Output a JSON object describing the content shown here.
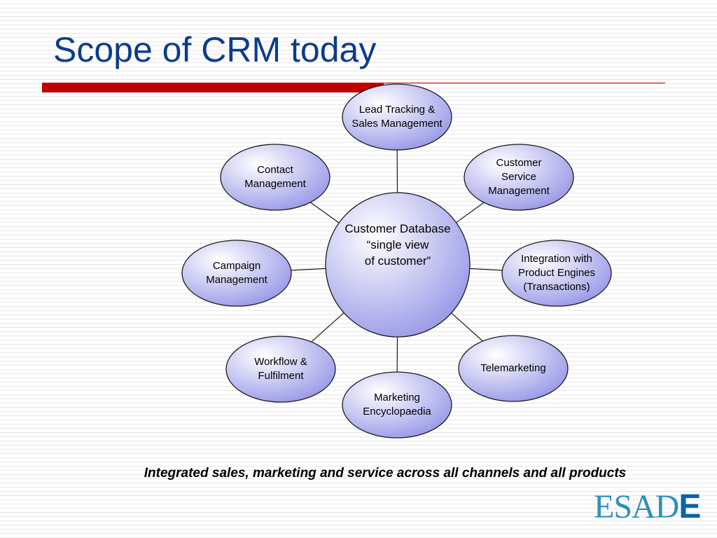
{
  "title": "Scope of CRM today",
  "hub": {
    "label": "Customer Database\n“single view\nof customer”"
  },
  "nodes": [
    {
      "id": "lead-tracking",
      "label": "Lead Tracking &\nSales Management"
    },
    {
      "id": "customer-service",
      "label": "Customer\nService\nManagement"
    },
    {
      "id": "integration",
      "label": "Integration with\nProduct Engines\n(Transactions)"
    },
    {
      "id": "telemarketing",
      "label": "Telemarketing"
    },
    {
      "id": "marketing-encyclopaedia",
      "label": "Marketing\nEncyclopaedia"
    },
    {
      "id": "workflow",
      "label": "Workflow &\nFulfilment"
    },
    {
      "id": "campaign",
      "label": "Campaign\nManagement"
    },
    {
      "id": "contact",
      "label": "Contact\nManagement"
    }
  ],
  "caption": "Integrated sales, marketing and service across all channels and all products",
  "logo": {
    "text_main": "ESAD",
    "text_last": "E"
  },
  "colors": {
    "title": "#0b3c8c",
    "accent_bar": "#c00000",
    "node_fill_light": "#ffffff",
    "node_fill_dark": "#9a9ae8",
    "node_stroke": "#1a1a1a",
    "connector": "#1a1a1a"
  }
}
